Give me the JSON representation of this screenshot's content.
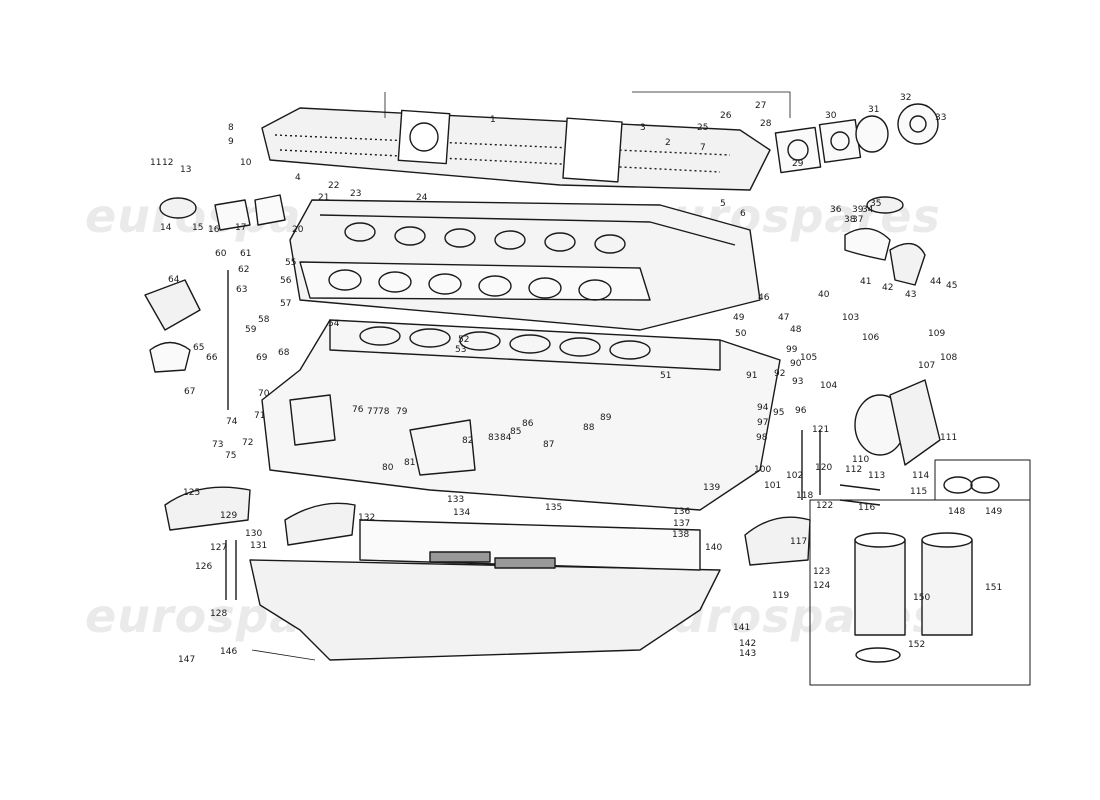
{
  "watermark": {
    "text": "eurospares"
  },
  "callouts": [
    "1",
    "2",
    "3",
    "4",
    "5",
    "6",
    "7",
    "8",
    "9",
    "10",
    "11",
    "12",
    "13",
    "14",
    "15",
    "16",
    "17",
    "20",
    "21",
    "22",
    "23",
    "24",
    "25",
    "26",
    "27",
    "28",
    "29",
    "30",
    "31",
    "32",
    "33",
    "34",
    "35",
    "36",
    "37",
    "38",
    "39",
    "40",
    "41",
    "42",
    "43",
    "44",
    "45",
    "46",
    "47",
    "48",
    "49",
    "50",
    "51",
    "52",
    "53",
    "54",
    "55",
    "56",
    "57",
    "58",
    "59",
    "60",
    "61",
    "62",
    "63",
    "64",
    "65",
    "66",
    "67",
    "68",
    "69",
    "70",
    "71",
    "72",
    "73",
    "74",
    "75",
    "76",
    "77",
    "78",
    "79",
    "80",
    "81",
    "82",
    "83",
    "84",
    "85",
    "86",
    "87",
    "88",
    "89",
    "90",
    "91",
    "92",
    "93",
    "94",
    "95",
    "96",
    "97",
    "98",
    "99",
    "100",
    "101",
    "102",
    "103",
    "104",
    "105",
    "106",
    "107",
    "108",
    "109",
    "110",
    "111",
    "112",
    "113",
    "114",
    "115",
    "116",
    "117",
    "118",
    "119",
    "120",
    "121",
    "122",
    "123",
    "124",
    "125",
    "126",
    "127",
    "128",
    "129",
    "130",
    "131",
    "132",
    "133",
    "134",
    "135",
    "136",
    "137",
    "138",
    "139",
    "140",
    "141",
    "142",
    "143",
    "146",
    "147",
    "148",
    "149",
    "150",
    "151",
    "152"
  ]
}
